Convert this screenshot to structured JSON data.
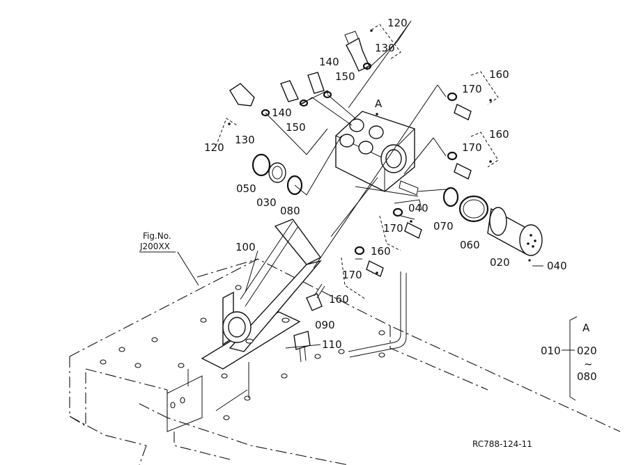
{
  "callouts": {
    "c120a": "120",
    "c130a": "130",
    "c140a": "140",
    "c150a": "150",
    "c140b": "140",
    "c150b": "150",
    "c120b": "120",
    "c130b": "130",
    "cA": "A",
    "c160a": "160",
    "c170a": "170",
    "c160b": "160",
    "c170b": "170",
    "c050": "050",
    "c030": "030",
    "c080": "080",
    "c040a": "040",
    "c070": "070",
    "c060": "060",
    "c020": "020",
    "c040b": "040",
    "c170c": "170",
    "c160c": "160",
    "c170d": "170",
    "c160d": "160",
    "c100": "100",
    "c090": "090",
    "c110": "110"
  },
  "figref": {
    "label": "Fig.No.",
    "code": "J200XX"
  },
  "assembly_legend": {
    "title": "A",
    "main": "010",
    "from": "020",
    "range": "~",
    "to": "080"
  },
  "drawing_number": "RC788-124-11"
}
